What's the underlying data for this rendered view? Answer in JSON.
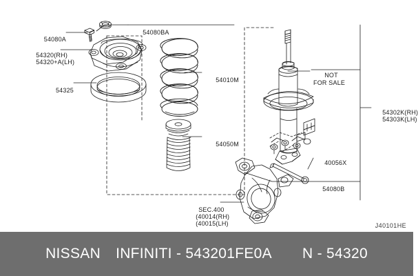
{
  "diagram": {
    "drawing_number": "J40101HE",
    "callouts": [
      {
        "id": "bolt",
        "text": "54080A"
      },
      {
        "id": "strut-mount-rh",
        "text": "54320(RH)",
        "highlighted": true
      },
      {
        "id": "strut-mount-lh",
        "text": "54320+A(LH)",
        "highlighted": false
      },
      {
        "id": "bearing",
        "text": "54325"
      },
      {
        "id": "top-nut",
        "text": "54080BA"
      },
      {
        "id": "coil-spring",
        "text": "54010M"
      },
      {
        "id": "bound-bumper",
        "text": "54050M"
      },
      {
        "id": "not-for-sale",
        "text": "NOT\nFOR SALE"
      },
      {
        "id": "strut-rh",
        "text": "54302K(RH)"
      },
      {
        "id": "strut-lh",
        "text": "54303K(LH)"
      },
      {
        "id": "knuckle-sec",
        "text": "SEC.400"
      },
      {
        "id": "knuckle-rh",
        "text": "(40014(RH)"
      },
      {
        "id": "knuckle-lh",
        "text": "(40015(LH)"
      },
      {
        "id": "through-bolt",
        "text": "40056X"
      },
      {
        "id": "lower-bolt",
        "text": "54080B"
      }
    ]
  },
  "footer": {
    "brand_primary": "NISSAN",
    "brand_secondary": "INFINITI",
    "separator": "-",
    "part_number": "543201FE0A",
    "catalog_prefix": "N",
    "catalog_number": "54320",
    "background_color": "#6e6e6e",
    "text_color": "#ffffff"
  },
  "theme": {
    "highlight_color": "#f07f7f",
    "line_color": "#1c1c1c",
    "page_background": "#ffffff"
  }
}
